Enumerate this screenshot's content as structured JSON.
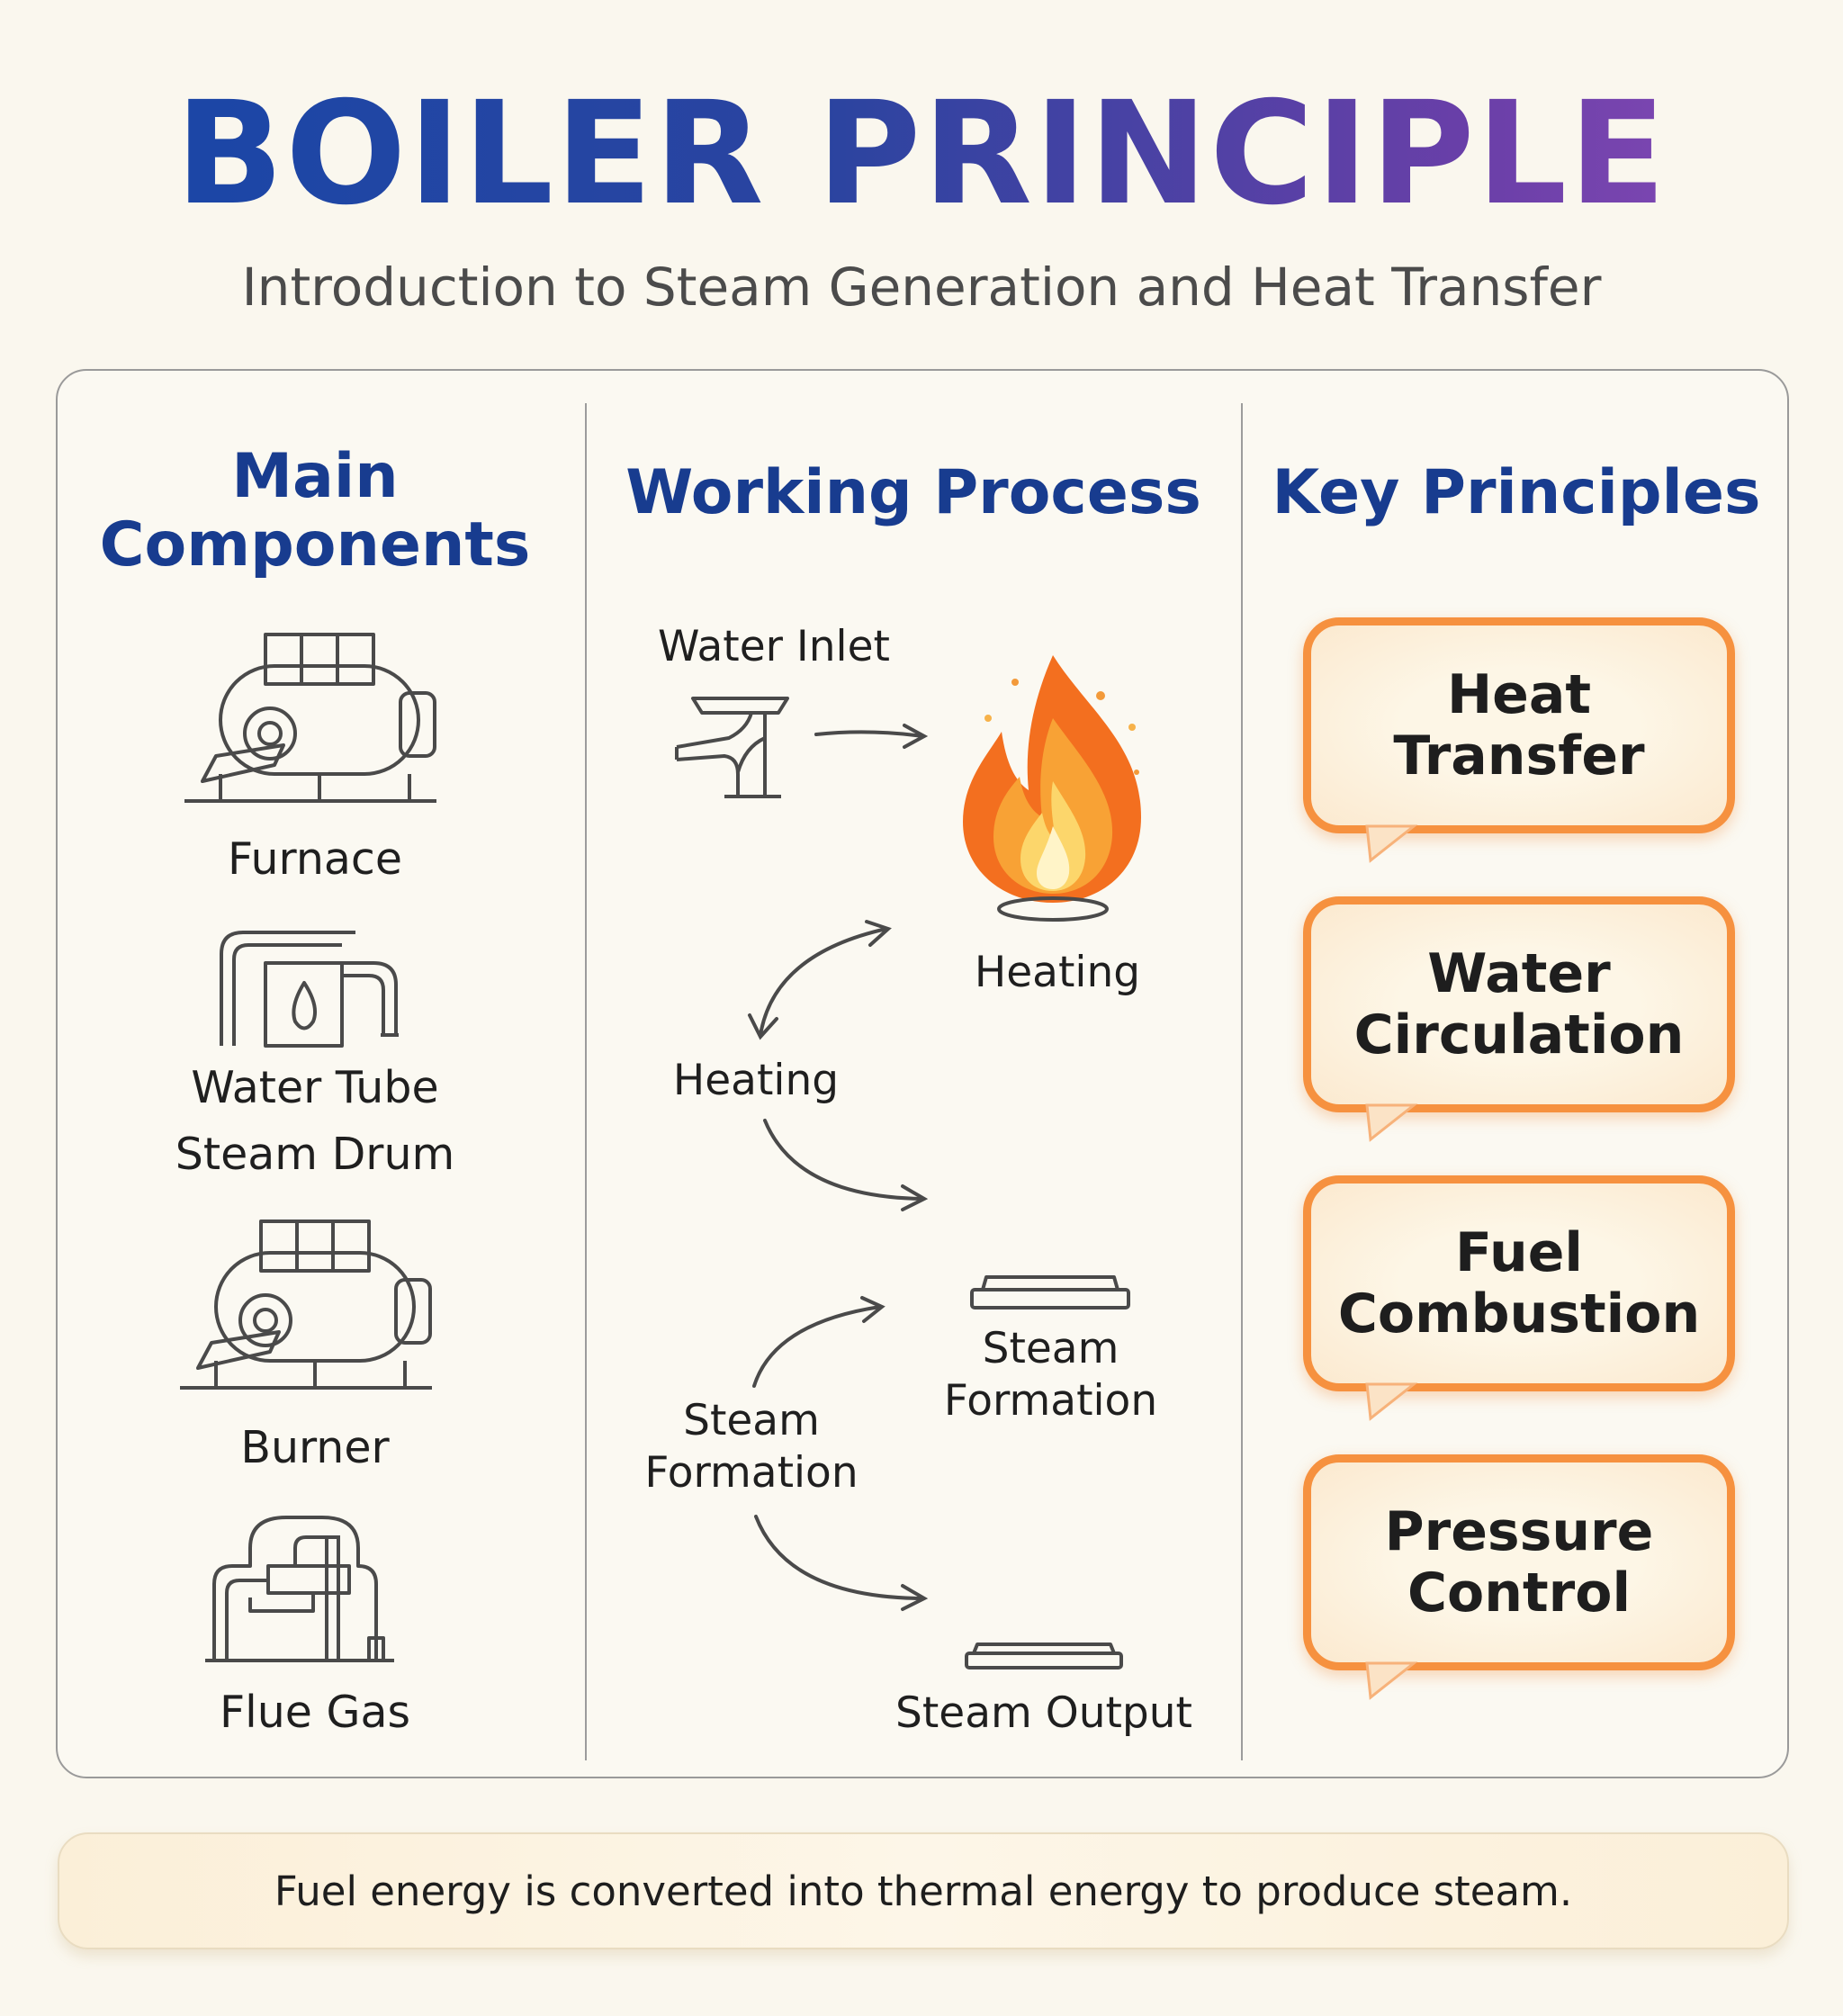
{
  "header": {
    "title": "BOILER PRINCIPLE",
    "subtitle": "Introduction to Steam Generation and Heat Transfer"
  },
  "columns": {
    "components": {
      "heading_line1": "Main",
      "heading_line2": "Components",
      "items": [
        {
          "label": "Furnace",
          "icon": "boiler-icon"
        },
        {
          "label_line1": "Water Tube",
          "label_line2": "Steam Drum",
          "icon": "water-tube-icon"
        },
        {
          "label": "Burner",
          "icon": "boiler-icon"
        },
        {
          "label": "Flue Gas",
          "icon": "flue-pipe-icon"
        }
      ]
    },
    "process": {
      "heading": "Working Process",
      "water_inlet": "Water Inlet",
      "heating_right": "Heating",
      "heating_left": "Heating",
      "steam_formation_right_line1": "Steam",
      "steam_formation_right_line2": "Formation",
      "steam_formation_left_line1": "Steam",
      "steam_formation_left_line2": "Formation",
      "steam_output": "Steam Output"
    },
    "principles": {
      "heading": "Key Principles",
      "cards": [
        {
          "line1": "Heat",
          "line2": "Transfer"
        },
        {
          "line1": "Water",
          "line2": "Circulation"
        },
        {
          "line1": "Fuel",
          "line2": "Combustion"
        },
        {
          "line1": "Pressure",
          "line2": "Control"
        }
      ]
    }
  },
  "footer": {
    "text": "Fuel energy is converted into thermal energy to produce steam."
  },
  "colors": {
    "heading_blue": "#183c8f",
    "card_orange": "#f6913f",
    "title_gradient_start": "#1747a8",
    "title_gradient_end": "#8a4cb8"
  }
}
